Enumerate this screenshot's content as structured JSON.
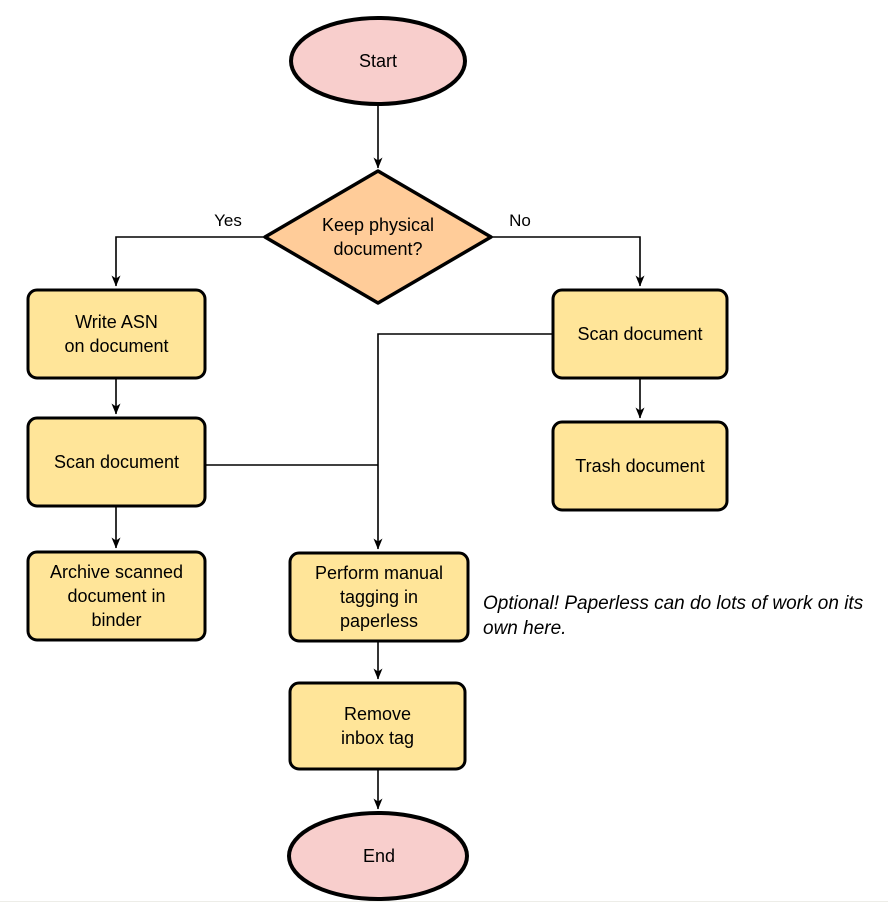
{
  "diagram": {
    "type": "flowchart",
    "nodes": {
      "start": {
        "label": "Start",
        "shape": "terminator"
      },
      "decision": {
        "label": "Keep physical\ndocument?",
        "shape": "decision"
      },
      "write_asn": {
        "label": "Write ASN\non document",
        "shape": "process"
      },
      "scan_left": {
        "label": "Scan document",
        "shape": "process"
      },
      "archive": {
        "label": "Archive scanned\ndocument in\nbinder",
        "shape": "process"
      },
      "scan_right": {
        "label": "Scan document",
        "shape": "process"
      },
      "trash": {
        "label": "Trash document",
        "shape": "process"
      },
      "tagging": {
        "label": "Perform manual\ntagging in\npaperless",
        "shape": "process"
      },
      "remove_inbox": {
        "label": "Remove\ninbox tag",
        "shape": "process"
      },
      "end": {
        "label": "End",
        "shape": "terminator"
      }
    },
    "edge_labels": {
      "yes": "Yes",
      "no": "No"
    },
    "annotation": "Optional! Paperless can do lots of work on its own here."
  },
  "colors": {
    "terminator_fill": "#f8cecc",
    "decision_fill": "#ffcc99",
    "process_fill": "#ffe599",
    "stroke": "#000000",
    "background": "#ffffff"
  }
}
